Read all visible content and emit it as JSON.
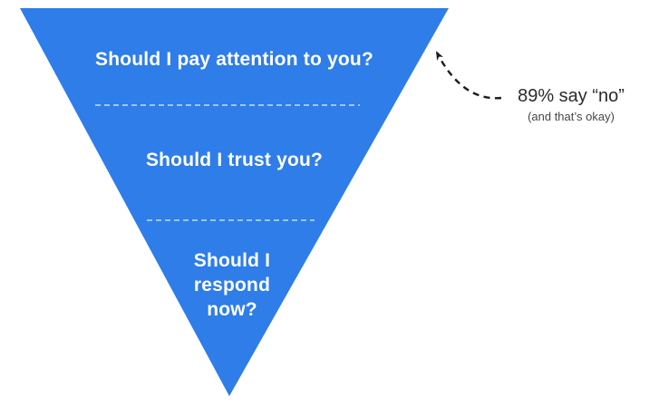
{
  "figure": {
    "background_color": "#ffffff",
    "type": "inverted-funnel-diagram"
  },
  "funnel": {
    "shape": "inverted-triangle",
    "fill_color": "#2e7de9",
    "text_color": "#ffffff",
    "separator_color": "rgba(255,255,255,0.55)",
    "separator_style": "dashed",
    "stages": [
      {
        "label": "Should I pay attention to you?"
      },
      {
        "label": "Should I trust you?"
      },
      {
        "label": "Should I respond now?"
      }
    ]
  },
  "annotation": {
    "stat": "89% say “no”",
    "note": "(and that’s okay)",
    "stat_color": "#2b2b2b",
    "note_color": "#474747",
    "arrow_color": "#1c1c1c",
    "arrow_icon": "dashed-curved-arrow-icon"
  }
}
